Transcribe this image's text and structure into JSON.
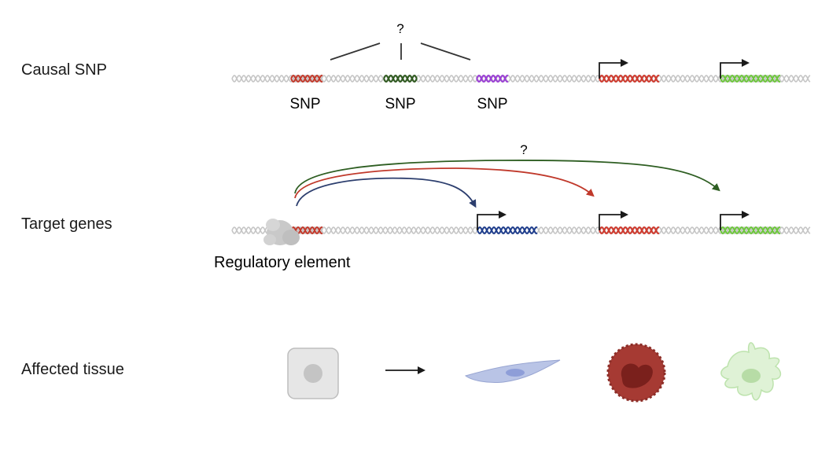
{
  "rows": {
    "causal_snp": "Causal SNP",
    "target_genes": "Target genes",
    "affected_tissue": "Affected tissue"
  },
  "snp_row": {
    "question_mark": "?",
    "snp_labels": [
      "SNP",
      "SNP",
      "SNP"
    ],
    "snp_colors": [
      "#c0392b",
      "#2f5a1f",
      "#9b3fd6"
    ]
  },
  "target_row": {
    "question_mark": "?",
    "regulatory_label": "Regulatory element",
    "gene_colors": [
      "#1f3e8c",
      "#d03a2e",
      "#6cc43c"
    ]
  },
  "colors": {
    "dna_grey": "#c6c6c6",
    "arrow_blue": "#2c3e6e",
    "arrow_red": "#c0392b",
    "arrow_green": "#2e5e22",
    "cell_grey": "#e6e6e6",
    "fibroblast": "#b9c4e6",
    "neutrophil": "#a63a33",
    "dendritic": "#dff2d6"
  },
  "tissue_row": {
    "cells": [
      "epithelial-cell",
      "fibroblast-cell",
      "neutrophil-cell",
      "dendritic-cell"
    ]
  }
}
